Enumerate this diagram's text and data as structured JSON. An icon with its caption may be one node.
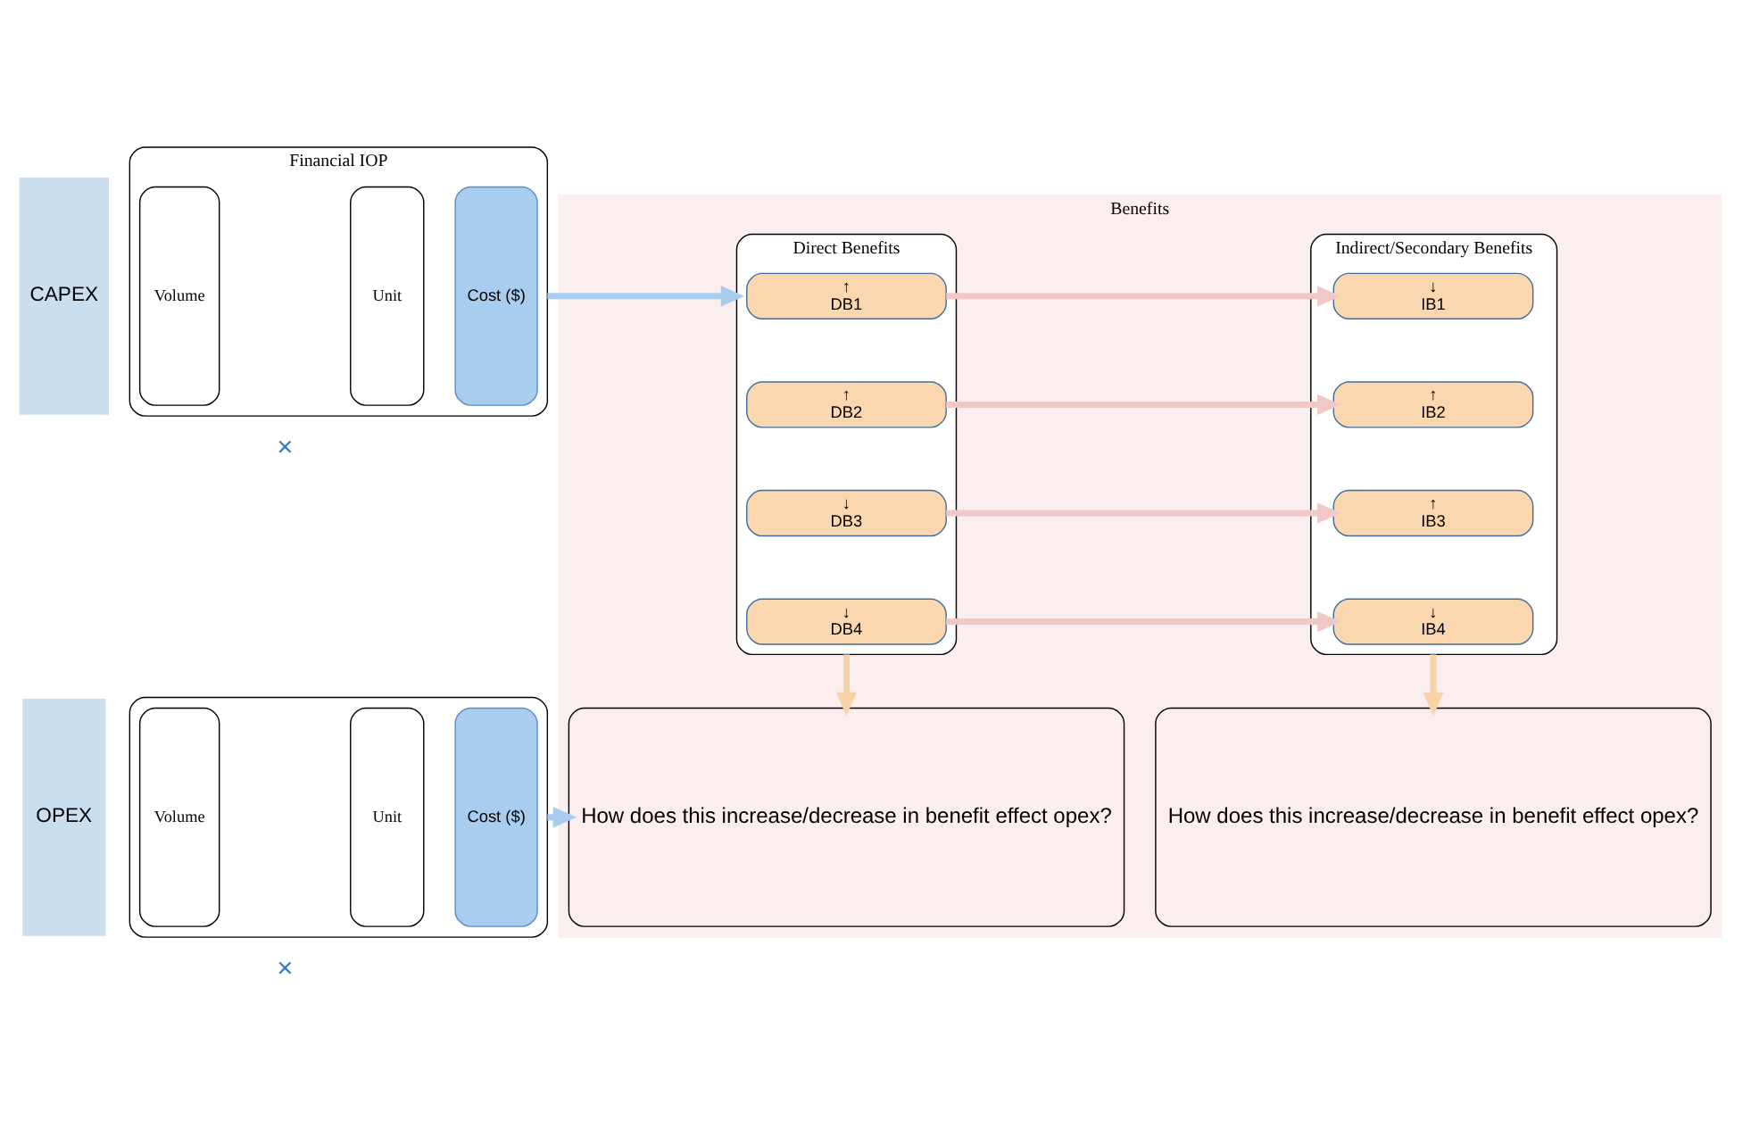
{
  "diagram": {
    "nodes": [
      {
        "text": [
          "CAPEX"
        ]
      },
      {
        "text": [
          "OPEX"
        ]
      },
      {
        "text": [
          "Financial IOP"
        ]
      },
      {
        "text": [
          "Volume"
        ],
        "in": 2
      },
      {
        "text": [
          "Unit"
        ],
        "in": 2
      },
      {
        "text": [
          "Cost ($)"
        ],
        "in": 2
      },
      {
        "text": [],
        "shape": "box"
      },
      {
        "text": [
          "Volume"
        ],
        "in": 6
      },
      {
        "text": [
          "Unit"
        ],
        "in": 6
      },
      {
        "text": [
          "Cost ($)"
        ],
        "in": 6
      },
      {
        "text": [
          "Benefits"
        ]
      },
      {
        "text": [
          "Direct Benefits"
        ],
        "in": 10
      },
      {
        "text": [
          "↑",
          "DB1"
        ],
        "in": 11
      },
      {
        "text": [
          "↑",
          "DB2"
        ],
        "in": 11
      },
      {
        "text": [
          "↓",
          "DB3"
        ],
        "in": 11
      },
      {
        "text": [
          "↓",
          "DB4"
        ],
        "in": 11
      },
      {
        "text": [
          "Indirect/Secondary Benefits"
        ],
        "in": 10
      },
      {
        "text": [
          "↓",
          "IB1"
        ],
        "in": 16
      },
      {
        "text": [
          "↑",
          "IB2"
        ],
        "in": 16
      },
      {
        "text": [
          "↑",
          "IB3"
        ],
        "in": 16
      },
      {
        "text": [
          "↓",
          "IB4"
        ],
        "in": 16
      },
      {
        "text": [
          "How does this increase/decrease in benefit effect opex?"
        ],
        "in": 10
      },
      {
        "text": [
          "How does this increase/decrease in benefit effect opex?"
        ],
        "in": 10
      }
    ],
    "edges": [
      {
        "from": 2,
        "to": 11,
        "arrow": "to",
        "color": "#a9cdef"
      },
      {
        "from": 6,
        "to": 21,
        "arrow": "to",
        "color": "#a9cdef"
      },
      {
        "from": 12,
        "to": 17,
        "arrow": "to",
        "color": "#f0c8c8"
      },
      {
        "from": 13,
        "to": 18,
        "arrow": "to",
        "color": "#f0c8c8"
      },
      {
        "from": 14,
        "to": 19,
        "arrow": "to",
        "color": "#f0c8c8"
      },
      {
        "from": 15,
        "to": 20,
        "arrow": "to",
        "color": "#f0c8c8"
      },
      {
        "from": 11,
        "to": 21,
        "arrow": "to",
        "color": "#f9d3a8"
      },
      {
        "from": 16,
        "to": 22,
        "arrow": "to",
        "color": "#f9d3a8"
      }
    ],
    "labels": [
      "×",
      "×"
    ]
  }
}
